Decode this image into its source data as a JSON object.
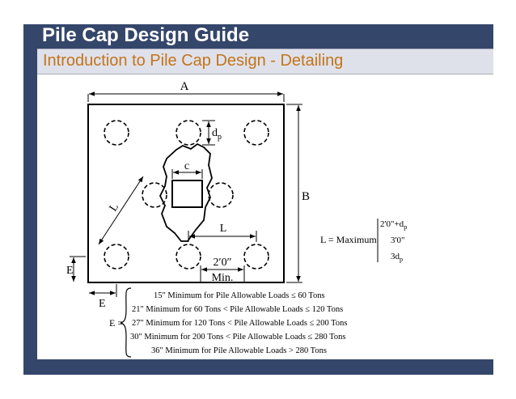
{
  "slide": {
    "title": "Pile Cap Design Guide",
    "subtitle": "Introduction to Pile Cap Design - Detailing"
  },
  "diagram": {
    "labels": {
      "A": "A",
      "B": "B",
      "dp_main": "d",
      "dp_sub": "p",
      "c": "c",
      "L_diag": "L",
      "L_horiz": "L",
      "two_ft": "2′0″",
      "min": "Min.",
      "E_left": "E",
      "E_bottom": "E"
    },
    "formula_L": {
      "lhs": "L = Maximum",
      "opt1_main": "2'0\"+d",
      "opt1_sub": "p",
      "opt2": "3'0\"",
      "opt3_main": "3d",
      "opt3_sub": "p"
    },
    "formula_E": {
      "lhs": "E =",
      "lines": [
        "15\" Minimum  for Pile Allowable Loads ≤ 60 Tons",
        "21\" Minimum  for 60 Tons < Pile Allowable Loads ≤ 120 Tons",
        "27\" Minimum  for 120 Tons < Pile Allowable Loads ≤ 200 Tons",
        "30\" Minimum  for 200 Tons < Pile Allowable Loads ≤ 280 Tons",
        "36\" Minimum  for Pile Allowable Loads > 280 Tons"
      ]
    }
  }
}
